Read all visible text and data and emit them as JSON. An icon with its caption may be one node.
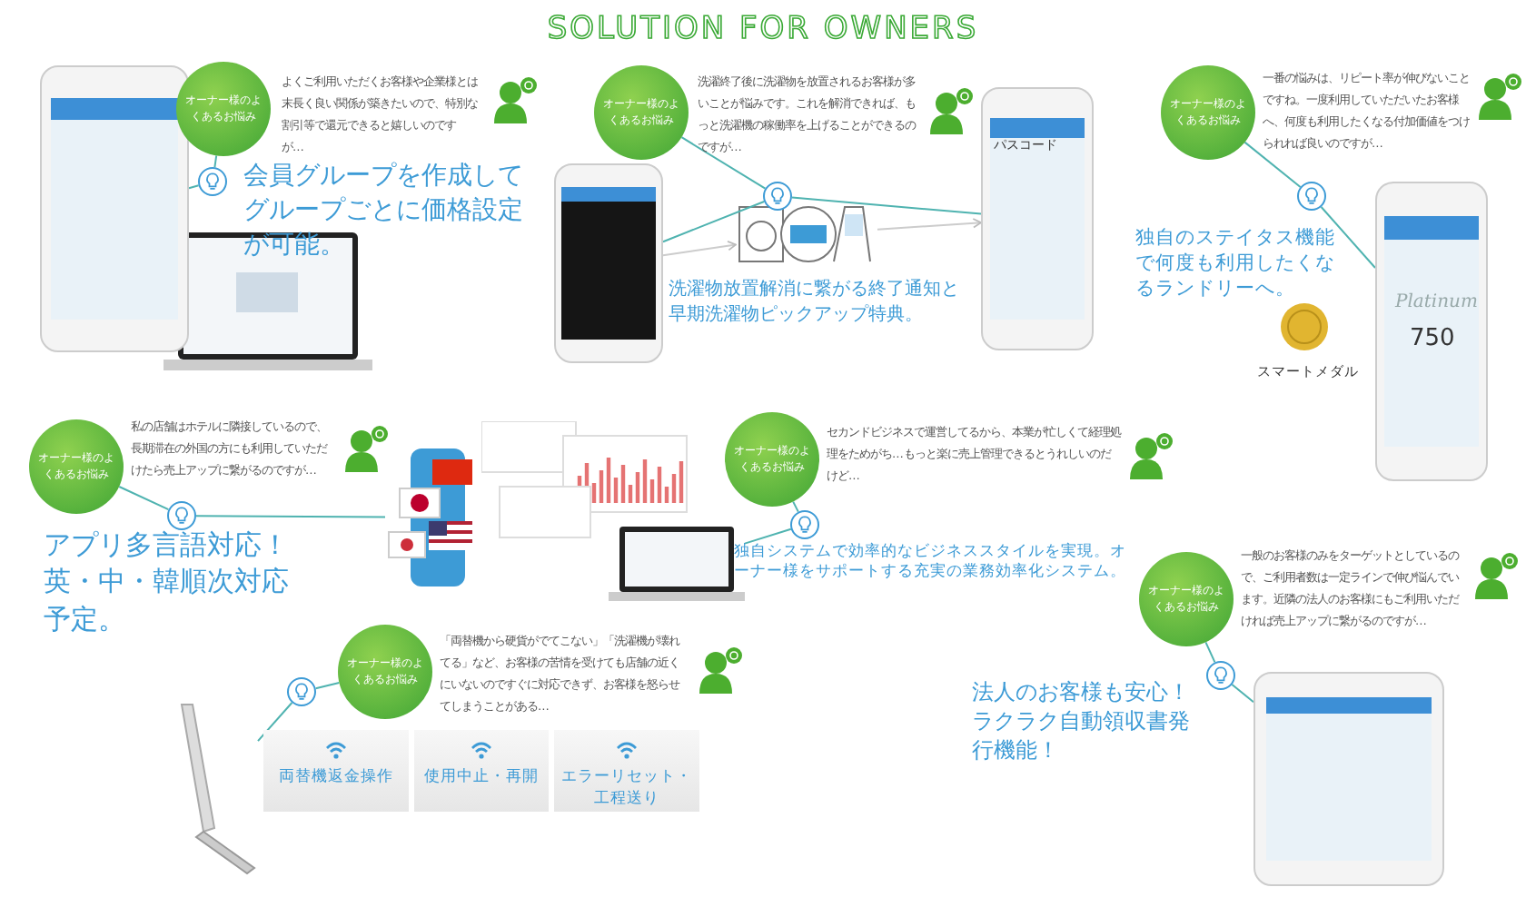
{
  "diagram": {
    "title": "SOLUTION FOR OWNERS",
    "nodes": [
      {
        "text": [
          "オーナー様のよくあるお悩み"
        ],
        "beside": [
          "よくご利用いただくお客様や企業様とは末長く良い関係が築きたいので、特別な割引等で還元できると嬉しいのですが…"
        ]
      },
      {
        "text": [],
        "shape": "circle",
        "beside": [
          "会員グループを作成してグループごとに価格設定が可能。"
        ]
      },
      {
        "text": [],
        "shape": "picture"
      },
      {
        "text": [
          "オーナー様のよくあるお悩み"
        ],
        "beside": [
          "洗濯終了後に洗濯物を放置されるお客様が多いことが悩みです。これを解消できれば、もっと洗濯機の稼働率を上げることができるのですが…"
        ]
      },
      {
        "text": [],
        "shape": "circle"
      },
      {
        "text": [],
        "shape": "picture"
      },
      {
        "text": [],
        "shape": "picture"
      },
      {
        "text": [
          "オーナー様のよくあるお悩み"
        ],
        "beside": [
          "一番の悩みは、リピート率が伸びないことですね。一度利用していただいたお客様へ、何度も利用したくなる付加価値をつけられれば良いのですが…"
        ]
      },
      {
        "text": [],
        "shape": "circle",
        "beside": [
          "独自のステイタス機能で何度も利用したくなるランドリーへ。"
        ]
      },
      {
        "text": [],
        "shape": "picture"
      },
      {
        "text": [
          "オーナー様のよくあるお悩み"
        ],
        "beside": [
          "私の店舗はホテルに隣接しているので、長期滞在の外国の方にも利用していただけたら売上アップに繋がるのですが…"
        ]
      },
      {
        "text": [],
        "shape": "circle",
        "beside": [
          "アプリ多言語対応！英・中・韓順次対応予定。"
        ]
      },
      {
        "text": [],
        "shape": "picture"
      },
      {
        "text": [
          "オーナー様のよくあるお悩み"
        ],
        "beside": [
          "セカンドビジネスで運営してるから、本業が忙しくて経理処理をためがち…もっと楽に売上管理できるとうれしいのだけど…"
        ]
      },
      {
        "text": [],
        "shape": "circle",
        "beside": [
          "独自システムで効率的なビジネススタイルを実現。オーナー様をサポートする充実の業務効率化システム。"
        ]
      },
      {
        "text": [],
        "shape": "picture"
      },
      {
        "text": [
          "オーナー様のよくあるお悩み"
        ],
        "beside": [
          "一般のお客様のみをターゲットとしているので、ご利用者数は一定ラインで伸び悩んでいます。近隣の法人のお客様にもご利用いただければ売上アップに繋がるのですが…"
        ]
      },
      {
        "text": [],
        "shape": "circle",
        "beside": [
          "法人のお客様も安心！ラクラク自動領収書発行機能！"
        ]
      },
      {
        "text": [],
        "shape": "picture"
      },
      {
        "text": [
          "オーナー様のよくあるお悩み"
        ],
        "beside": [
          "「両替機から硬貨がでてこない」「洗濯機が壊れてる」など、お客様の苦情を受けても店舗の近くにいないのですぐに対応できず、お客様を怒らせてしまうことがある…"
        ]
      },
      {
        "text": [],
        "shape": "circle"
      },
      {
        "text": [],
        "shape": "picture"
      },
      {
        "text": [
          "両替機返金操作"
        ]
      },
      {
        "text": [
          "使用中止・再開"
        ]
      },
      {
        "text": [
          "エラーリセット・工程送り"
        ]
      },
      {
        "text": [],
        "shape": "picture"
      }
    ],
    "edges": [
      {
        "from": 0,
        "to": 1,
        "arrow": "none"
      },
      {
        "from": 1,
        "to": 2,
        "arrow": "none"
      },
      {
        "from": 3,
        "to": 4,
        "arrow": "none"
      },
      {
        "from": 4,
        "to": 5,
        "arrow": "none"
      },
      {
        "from": 4,
        "to": 6,
        "arrow": "none"
      },
      {
        "from": 5,
        "to": 25,
        "arrow": "to",
        "color": "#cccccc"
      },
      {
        "from": 25,
        "to": 6,
        "arrow": "to",
        "color": "#cccccc"
      },
      {
        "from": 7,
        "to": 8,
        "arrow": "none"
      },
      {
        "from": 8,
        "to": 9,
        "arrow": "none"
      },
      {
        "from": 10,
        "to": 11,
        "arrow": "none"
      },
      {
        "from": 11,
        "to": 12,
        "arrow": "none"
      },
      {
        "from": 13,
        "to": 14,
        "arrow": "none"
      },
      {
        "from": 14,
        "to": 15,
        "arrow": "none"
      },
      {
        "from": 16,
        "to": 17,
        "arrow": "none"
      },
      {
        "from": 17,
        "to": 18,
        "arrow": "none"
      },
      {
        "from": 19,
        "to": 20,
        "arrow": "none"
      },
      {
        "from": 20,
        "to": 21,
        "arrow": "none"
      }
    ],
    "labels": [
      "パスコード",
      "洗濯物放置解消に繋がる終了通知と早期洗濯物ピックアップ特典。",
      "Platinum",
      "750",
      "スマートメダル"
    ]
  }
}
